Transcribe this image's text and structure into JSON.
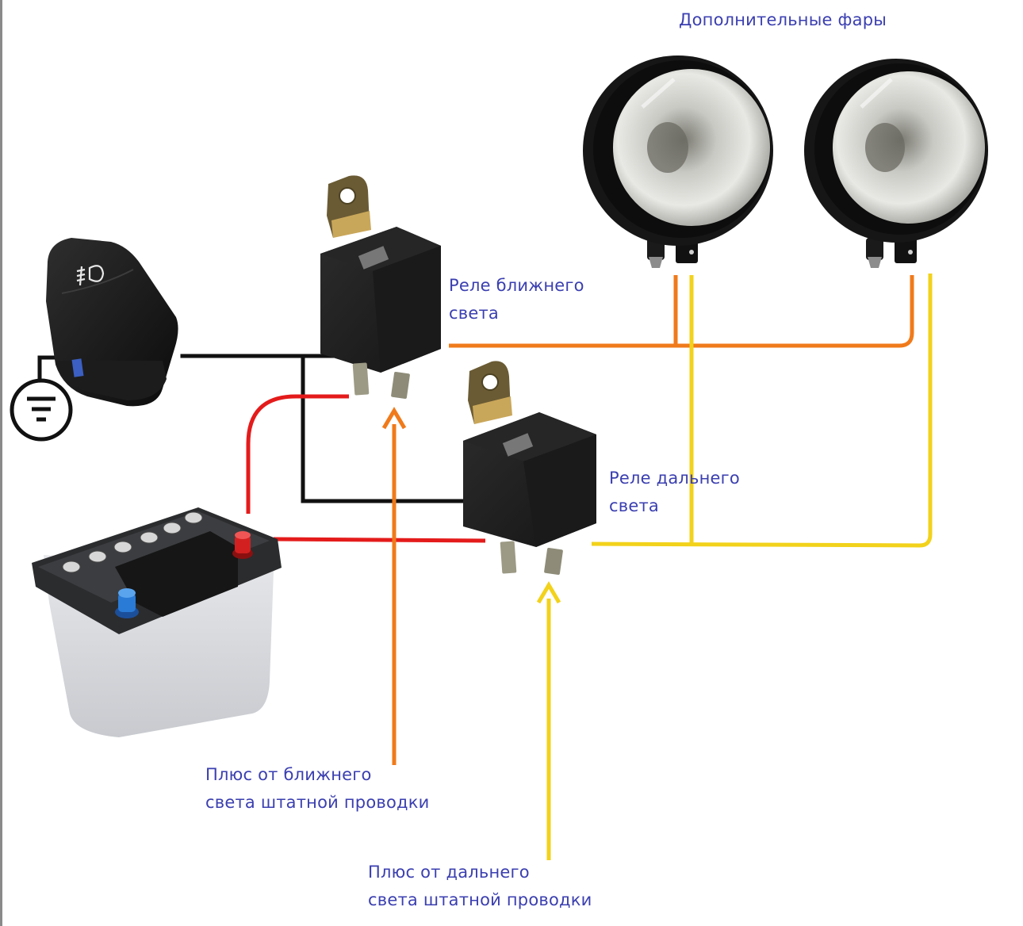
{
  "title": "Дополнительные фары",
  "components": {
    "lamps": {
      "label": "Дополнительные фары",
      "count": 2
    },
    "low_beam_relay": {
      "label_line1": "Реле ближнего",
      "label_line2": "света"
    },
    "high_beam_relay": {
      "label_line1": "Реле дальнего",
      "label_line2": "света"
    },
    "switch": {
      "icon": "fog-light-icon"
    },
    "ground": {
      "icon": "ground-symbol-icon"
    },
    "battery": {
      "positive_terminal_color": "#d22020",
      "negative_terminal_color": "#2a7bd6"
    }
  },
  "sources": {
    "low_beam_plus": {
      "line1": "Плюс от ближнего",
      "line2": "света штатной проводки"
    },
    "high_beam_plus": {
      "line1": "Плюс от дальнего",
      "line2": "света штатной проводки"
    }
  },
  "wire_colors": {
    "ground_control": "#111111",
    "battery_plus": "#e41b1b",
    "low_beam": "#f07a1a",
    "high_beam": "#f2d21b"
  },
  "label_color": "#3b3fb0"
}
